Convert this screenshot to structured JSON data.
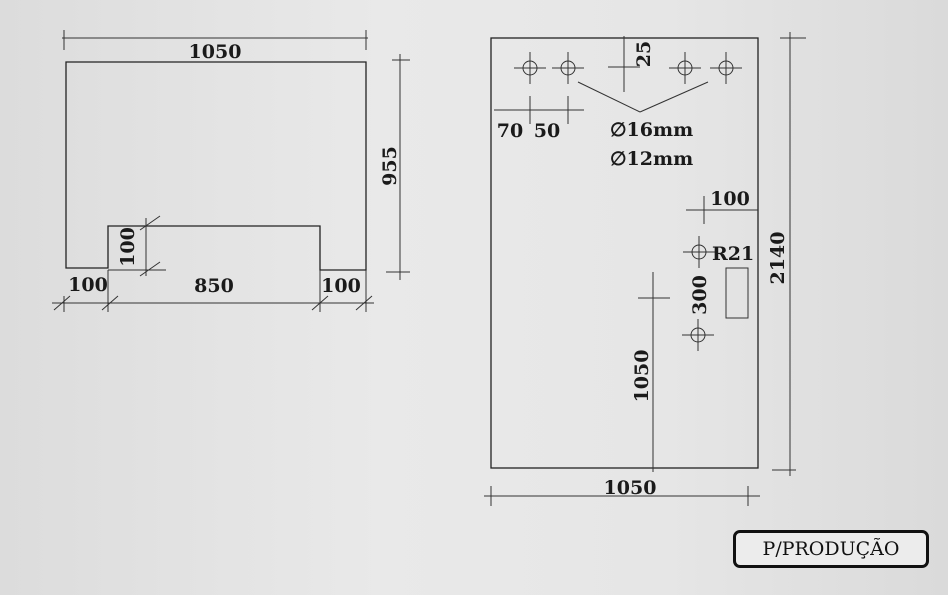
{
  "left_drawing": {
    "width": "1050",
    "height": "955",
    "notch_depth": "100",
    "leg_left": "100",
    "notch_width": "850",
    "leg_right": "100"
  },
  "right_drawing": {
    "top_offset": "25",
    "hole_spacing_1": "70",
    "hole_spacing_2": "50",
    "hole_diameter_large": "∅16mm",
    "hole_diameter_small": "∅12mm",
    "edge_offset": "100",
    "radius": "R21",
    "slot_spacing": "300",
    "height_from_bottom": "1050",
    "total_height": "2140",
    "width": "1050"
  },
  "stamp": {
    "label": "P/PRODUÇÃO"
  }
}
